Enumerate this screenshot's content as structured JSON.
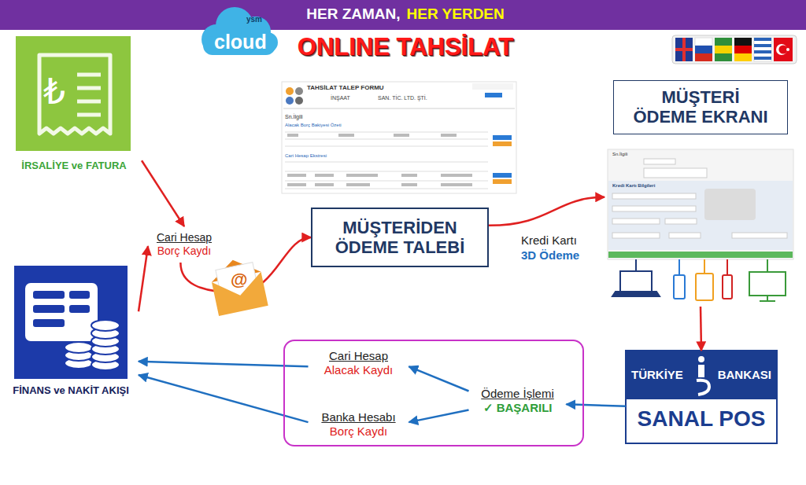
{
  "diagram": {
    "title": "ONLINE TAHSİLAT",
    "nodes": [
      {
        "text": [
          "İRSALİYE ve FATURA"
        ]
      },
      {
        "text": [
          "Cari Hesap",
          "Borç Kaydı"
        ]
      },
      {
        "text": [
          "FİNANS ve NAKİT AKIŞI"
        ]
      },
      {
        "text": [
          "MÜŞTERİDEN ÖDEME TALEBİ"
        ]
      },
      {
        "text": [
          "MÜŞTERİ ÖDEME EKRANI"
        ]
      },
      {
        "text": [
          "TÜRKİYE",
          "BANKASI",
          "SANAL POS"
        ]
      },
      {
        "text": []
      },
      {
        "text": [
          "Cari Hesap",
          "Alacak Kaydı"
        ],
        "in": 6
      },
      {
        "text": [
          "Banka Hesabı",
          "Borç Kaydı"
        ],
        "in": 6
      },
      {
        "text": [
          "Ödeme İşlemi",
          "✓ BAŞARILI"
        ],
        "in": 6
      }
    ],
    "edges": [
      {
        "from": 0,
        "to": 1,
        "arrow": "to"
      },
      {
        "from": 2,
        "to": 1,
        "arrow": "to"
      },
      {
        "from": 1,
        "to": 3,
        "arrow": "to"
      },
      {
        "from": 3,
        "to": 4,
        "arrow": "to"
      },
      {
        "from": 4,
        "to": 5,
        "arrow": "to"
      },
      {
        "from": 5,
        "to": 9,
        "arrow": "to"
      },
      {
        "from": 9,
        "to": 7,
        "arrow": "to"
      },
      {
        "from": 9,
        "to": 8,
        "arrow": "to"
      },
      {
        "from": 7,
        "to": 2,
        "arrow": "to"
      },
      {
        "from": 8,
        "to": 2,
        "arrow": "to"
      }
    ],
    "labels": [
      "HER ZAMAN,",
      "HER YERDEN",
      "ysm",
      "cloud",
      "TAHSİLAT TALEP FORMU",
      "İNŞAAT",
      "SAN. TİC. LTD. ŞTİ.",
      "Sn.İlgili",
      "Alacak Borç Bakiyesi Özeti",
      "Cari Hesap Ekstresi",
      "Sn.İlgili",
      "Kredi Kartı Bilgileri",
      "Kredi Kartı",
      "3D Ödeme",
      "₺",
      "@"
    ]
  }
}
